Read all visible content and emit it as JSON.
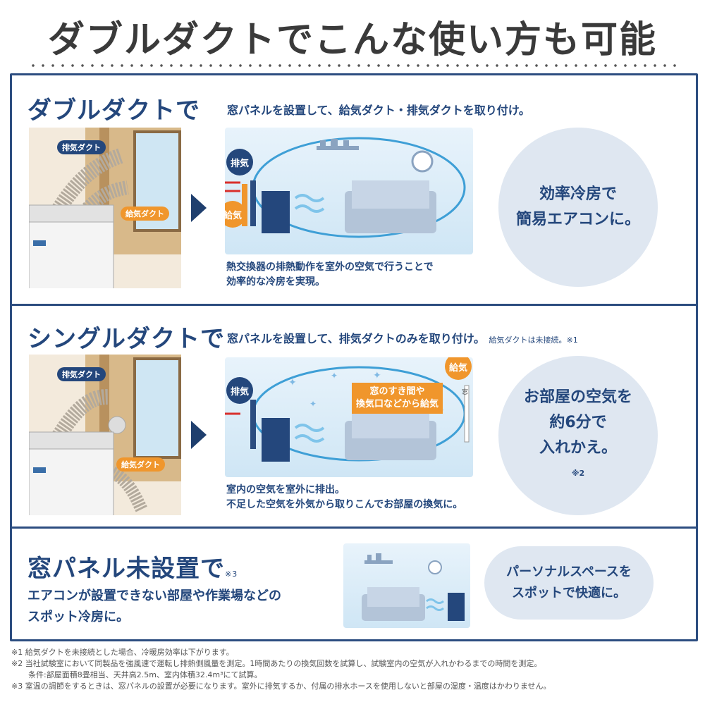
{
  "header": {
    "title": "ダブルダクトでこんな使い方も可能"
  },
  "sections": [
    {
      "title": "ダブルダクトで",
      "description": "窓パネルを設置して、給気ダクト・排気ダクトを取り付け。",
      "photo_labels": {
        "exhaust_duct": "排気ダクト",
        "intake_duct": "給気ダクト"
      },
      "diagram_labels": {
        "exhaust": "排気",
        "intake": "給気"
      },
      "caption": [
        "熱交換器の排熱動作を室外の空気で行うことで",
        "効率的な冷房を実現。"
      ],
      "benefit": [
        "効率冷房で",
        "簡易エアコンに。"
      ]
    },
    {
      "title": "シングルダクトで",
      "description": "窓パネルを設置して、排気ダクトのみを取り付け。",
      "description_note": "給気ダクトは未接続。※1",
      "photo_labels": {
        "exhaust_duct": "排気ダクト",
        "intake_duct": "給気ダクト"
      },
      "diagram_labels": {
        "exhaust": "排気",
        "intake": "給気",
        "window": "窓",
        "callout": [
          "窓のすき間や",
          "換気口などから給気"
        ]
      },
      "caption": [
        "室内の空気を室外に排出。",
        "不足した空気を外気から取りこんでお部屋の換気に。"
      ],
      "benefit": [
        "お部屋の空気を",
        "約6分で",
        "入れかえ。"
      ],
      "benefit_note": "※2"
    },
    {
      "title": "窓パネル未設置で",
      "title_note": "※3",
      "description": [
        "エアコンが設置できない部屋や作業場などの",
        "スポット冷房に。"
      ],
      "benefit": [
        "パーソナルスペースを",
        "スポットで快適に。"
      ]
    }
  ],
  "footnotes": [
    "※1 給気ダクトを未接続とした場合、冷暖房効率は下がります。",
    "※2 当社試験室において同製品を強風速で運転し排熱側風量を測定。1時間あたりの換気回数を試算し、試験室内の空気が入れかわるまでの時間を測定。",
    "条件:部屋面積8畳相当、天井高2.5m、室内体積32.4m³にて試算。",
    "※3 室温の調節をするときは、窓パネルの設置が必要になります。室外に排気するか、付属の排水ホースを使用しないと部屋の湿度・温度はかわりません。"
  ],
  "colors": {
    "navy": "#24477c",
    "orange": "#f0962c",
    "red": "#d9302c",
    "circle": "#dfe7f1"
  }
}
